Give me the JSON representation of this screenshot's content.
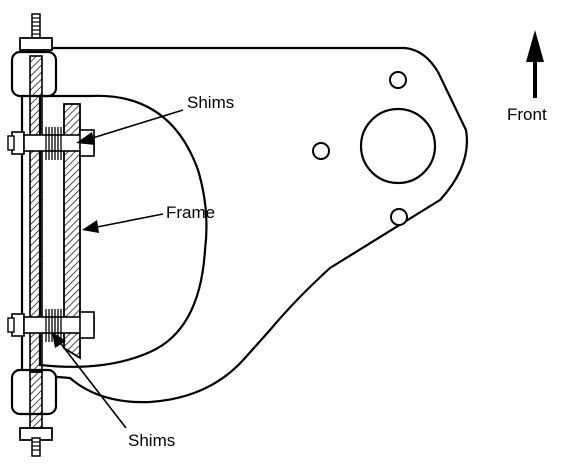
{
  "labels": {
    "shims_top": "Shims",
    "frame": "Frame",
    "shims_bottom": "Shims",
    "front": "Front"
  },
  "colors": {
    "ink": "#000000",
    "paper": "#ffffff"
  },
  "icons": {
    "front_arrow": "arrow-up-icon"
  }
}
